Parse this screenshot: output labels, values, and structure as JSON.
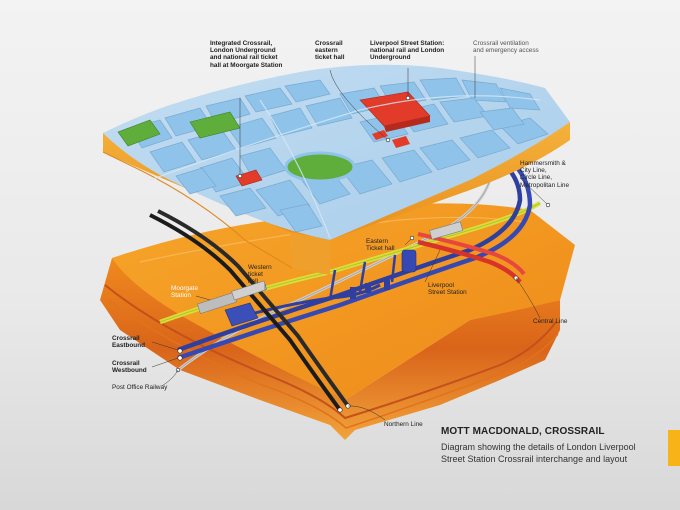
{
  "labels": {
    "integrated_hall": [
      "Integrated Crossrail,",
      "London Underground",
      "and national rail ticket",
      "hall at Moorgate Station"
    ],
    "eastern_ticket_hall": [
      "Crossrail",
      "eastern",
      "ticket hall"
    ],
    "liverpool_street_top": [
      "Liverpool Street Station:",
      "national rail and London",
      "Underground"
    ],
    "ventilation": [
      "Crossrail ventilation",
      "and emergency access"
    ],
    "hammersmith": [
      "Hammersmith &",
      "City Line,",
      "Circle Line,",
      "Metropolitan Line"
    ],
    "eastern_ticket_hall_2": [
      "Eastern",
      "Ticket hall"
    ],
    "western_ticket_hall": [
      "Western",
      "ticket",
      "hall"
    ],
    "moorgate_station": [
      "Moorgate",
      "Station"
    ],
    "liverpool_street_station": [
      "Liverpool",
      "Street Station"
    ],
    "central_line": "Central Line",
    "crossrail_eastbound": [
      "Crossrail",
      "Eastbound"
    ],
    "crossrail_westbound": [
      "Crossrail",
      "Westbound"
    ],
    "post_office_railway": "Post Office Railway",
    "northern_line": "Northern Line"
  },
  "credit": {
    "title": "MOTT MACDONALD, CROSSRAIL",
    "description_line1": "Diagram showing the details of London Liverpool",
    "description_line2": "Street Station Crossrail interchange and layout"
  },
  "colors": {
    "background": "#ececec",
    "city_block": "#8fc3ea",
    "street": "#b9d7ee",
    "park": "#5fae3b",
    "station_building": "#e23b2a",
    "ground_top": "#f39c1e",
    "ground_side": "#d8601a",
    "crossrail_tunnel": "#2e3fa0",
    "northern_line": "#1b1b1b",
    "central_line": "#d8332a",
    "hammersmith_line": "#d7df3a",
    "post_office_railway": "#c9c9c9",
    "accent": "#f7b317"
  }
}
